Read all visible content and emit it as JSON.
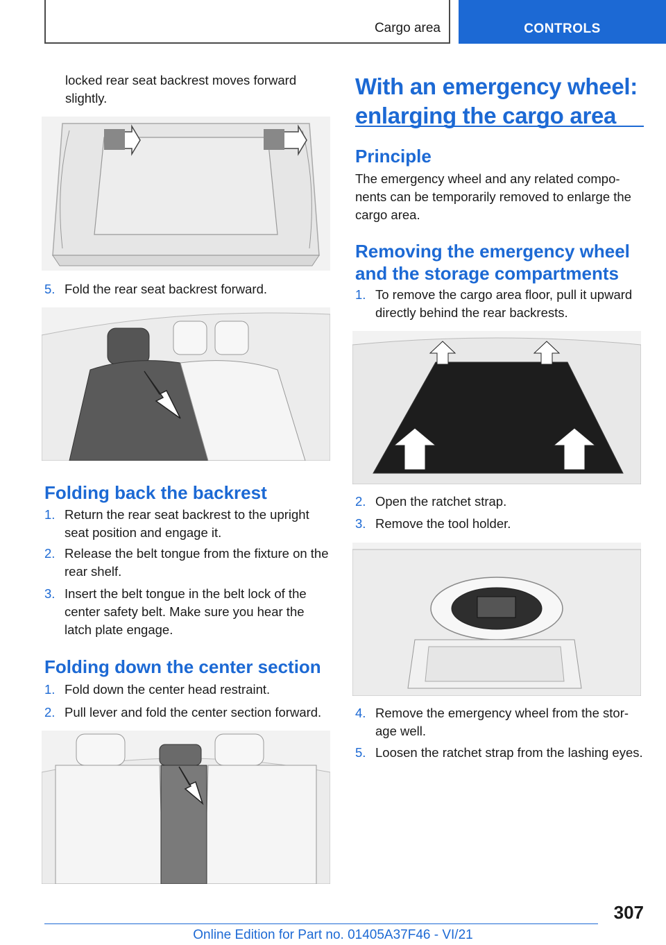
{
  "header": {
    "section": "Cargo area",
    "tab": "CONTROLS"
  },
  "left": {
    "intro": "locked rear seat backrest moves forward slightly.",
    "step5": {
      "num": "5.",
      "text": "Fold the rear seat backrest forward."
    },
    "folding_back": {
      "title": "Folding back the backrest",
      "steps": [
        {
          "num": "1.",
          "text": "Return the rear seat backrest to the upright seat position and engage it."
        },
        {
          "num": "2.",
          "text": "Release the belt tongue from the fixture on the rear shelf."
        },
        {
          "num": "3.",
          "text": "Insert the belt tongue in the belt lock of the center safety belt. Make sure you hear the latch plate engage."
        }
      ]
    },
    "folding_center": {
      "title": "Folding down the center section",
      "steps": [
        {
          "num": "1.",
          "text": "Fold down the center head restraint."
        },
        {
          "num": "2.",
          "text": "Pull lever and fold the center section forward."
        }
      ]
    }
  },
  "right": {
    "title": "With an emergency wheel: enlarging the cargo area",
    "principle": {
      "title": "Principle",
      "text": "The emergency wheel and any related compo‐nents can be temporarily removed to enlarge the cargo area."
    },
    "removing": {
      "title": "Removing the emergency wheel and the storage compartments",
      "steps_a": [
        {
          "num": "1.",
          "text": "To remove the cargo area floor, pull it upward directly behind the rear backrests."
        }
      ],
      "steps_b": [
        {
          "num": "2.",
          "text": "Open the ratchet strap."
        },
        {
          "num": "3.",
          "text": "Remove the tool holder."
        }
      ],
      "steps_c": [
        {
          "num": "4.",
          "text": "Remove the emergency wheel from the stor‐age well."
        },
        {
          "num": "5.",
          "text": "Loosen the ratchet strap from the lashing eyes."
        }
      ]
    }
  },
  "page_number": "307",
  "footer": "Online Edition for Part no. 01405A37F46 - VI/21",
  "colors": {
    "accent": "#1c69d4",
    "text": "#1a1a1a"
  }
}
